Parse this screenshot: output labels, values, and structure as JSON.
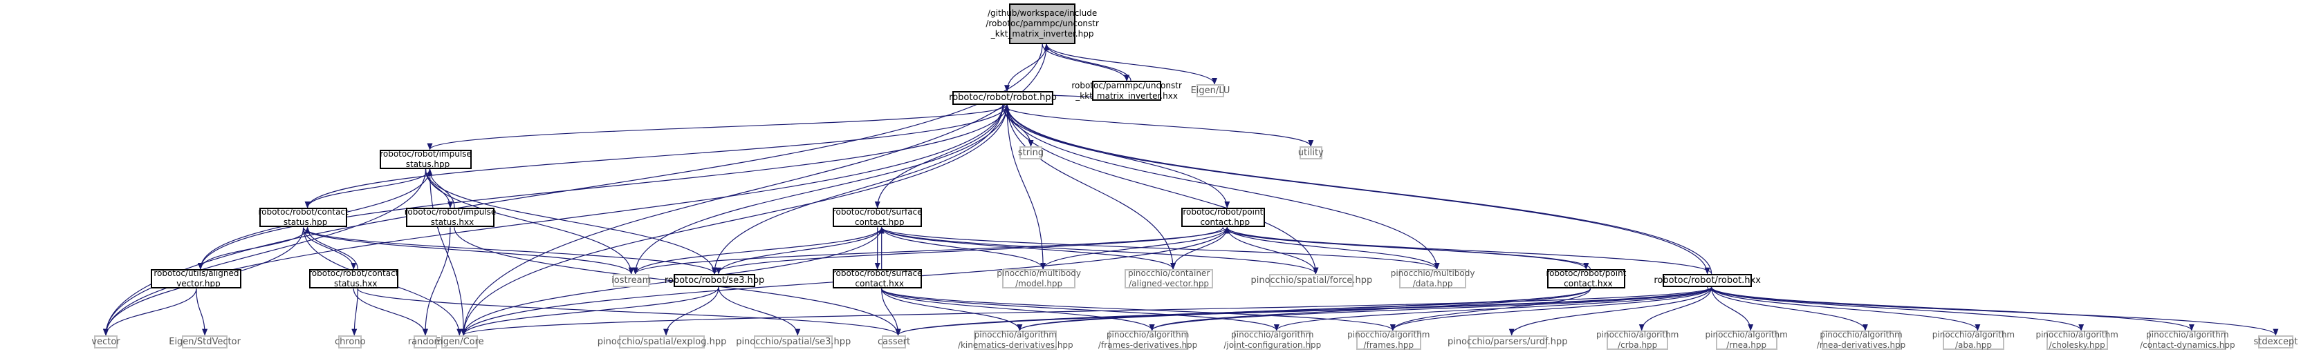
{
  "diagram": {
    "nodes": [
      {
        "id": "root",
        "label": "/github/workspace/include\n/robotoc/parnmpc/unconstr\n_kkt_matrix_inverter.hpp",
        "kind": "root"
      },
      {
        "id": "uinv_hxx",
        "label": "robotoc/parnmpc/unconstr\n_kkt_matrix_inverter.hxx",
        "kind": "main"
      },
      {
        "id": "eigen_lu",
        "label": "Eigen/LU",
        "kind": "std"
      },
      {
        "id": "robot_hpp",
        "label": "robotoc/robot/robot.hpp",
        "kind": "main"
      },
      {
        "id": "string",
        "label": "string",
        "kind": "std"
      },
      {
        "id": "utility",
        "label": "utility",
        "kind": "std"
      },
      {
        "id": "impulse_hpp",
        "label": "robotoc/robot/impulse\n_status.hpp",
        "kind": "main"
      },
      {
        "id": "contact_hpp",
        "label": "robotoc/robot/contact\n_status.hpp",
        "kind": "main"
      },
      {
        "id": "impulse_hxx",
        "label": "robotoc/robot/impulse\n_status.hxx",
        "kind": "main"
      },
      {
        "id": "surface_hpp",
        "label": "robotoc/robot/surface\n_contact.hpp",
        "kind": "main"
      },
      {
        "id": "point_hpp",
        "label": "robotoc/robot/point\n_contact.hpp",
        "kind": "main"
      },
      {
        "id": "aligned_vec",
        "label": "robotoc/utils/aligned\n_vector.hpp",
        "kind": "main"
      },
      {
        "id": "contact_hxx",
        "label": "robotoc/robot/contact\n_status.hxx",
        "kind": "main"
      },
      {
        "id": "iostream",
        "label": "iostream",
        "kind": "std"
      },
      {
        "id": "se3_hpp",
        "label": "robotoc/robot/se3.hpp",
        "kind": "main"
      },
      {
        "id": "surface_hxx",
        "label": "robotoc/robot/surface\n_contact.hxx",
        "kind": "main"
      },
      {
        "id": "pin_model",
        "label": "pinocchio/multibody\n/model.hpp",
        "kind": "std"
      },
      {
        "id": "pin_aligned",
        "label": "pinocchio/container\n/aligned-vector.hpp",
        "kind": "std"
      },
      {
        "id": "pin_force",
        "label": "pinocchio/spatial/force.hpp",
        "kind": "std"
      },
      {
        "id": "pin_data",
        "label": "pinocchio/multibody\n/data.hpp",
        "kind": "std"
      },
      {
        "id": "point_hxx",
        "label": "robotoc/robot/point\n_contact.hxx",
        "kind": "main"
      },
      {
        "id": "robot_hxx",
        "label": "robotoc/robot/robot.hxx",
        "kind": "main"
      },
      {
        "id": "vector",
        "label": "vector",
        "kind": "std"
      },
      {
        "id": "eigen_stdvec",
        "label": "Eigen/StdVector",
        "kind": "std"
      },
      {
        "id": "eigen_core",
        "label": "Eigen/Core",
        "kind": "std"
      },
      {
        "id": "chrono",
        "label": "chrono",
        "kind": "std"
      },
      {
        "id": "random",
        "label": "random",
        "kind": "std"
      },
      {
        "id": "pin_explog",
        "label": "pinocchio/spatial/explog.hpp",
        "kind": "std"
      },
      {
        "id": "pin_se3",
        "label": "pinocchio/spatial/se3.hpp",
        "kind": "std"
      },
      {
        "id": "cassert",
        "label": "cassert",
        "kind": "std"
      },
      {
        "id": "pin_kin_der",
        "label": "pinocchio/algorithm\n/kinematics-derivatives.hpp",
        "kind": "std"
      },
      {
        "id": "pin_frames_der",
        "label": "pinocchio/algorithm\n/frames-derivatives.hpp",
        "kind": "std"
      },
      {
        "id": "pin_joint_conf",
        "label": "pinocchio/algorithm\n/joint-configuration.hpp",
        "kind": "std"
      },
      {
        "id": "pin_frames",
        "label": "pinocchio/algorithm\n/frames.hpp",
        "kind": "std"
      },
      {
        "id": "pin_urdf",
        "label": "pinocchio/parsers/urdf.hpp",
        "kind": "std"
      },
      {
        "id": "pin_crba",
        "label": "pinocchio/algorithm\n/crba.hpp",
        "kind": "std"
      },
      {
        "id": "pin_rnea",
        "label": "pinocchio/algorithm\n/rnea.hpp",
        "kind": "std"
      },
      {
        "id": "pin_rnea_der",
        "label": "pinocchio/algorithm\n/rnea-derivatives.hpp",
        "kind": "std"
      },
      {
        "id": "pin_aba",
        "label": "pinocchio/algorithm\n/aba.hpp",
        "kind": "std"
      },
      {
        "id": "pin_cholesky",
        "label": "pinocchio/algorithm\n/cholesky.hpp",
        "kind": "std"
      },
      {
        "id": "pin_contact_dyn",
        "label": "pinocchio/algorithm\n/contact-dynamics.hpp",
        "kind": "std"
      },
      {
        "id": "stdexcept",
        "label": "stdexcept",
        "kind": "std"
      }
    ],
    "edges": [
      [
        "root",
        "uinv_hxx"
      ],
      [
        "uinv_hxx",
        "root"
      ],
      [
        "root",
        "robot_hpp"
      ],
      [
        "root",
        "eigen_lu"
      ],
      [
        "root",
        "vector"
      ],
      [
        "root",
        "eigen_core"
      ],
      [
        "uinv_hxx",
        "robot_hpp"
      ],
      [
        "robot_hpp",
        "string"
      ],
      [
        "robot_hpp",
        "utility"
      ],
      [
        "robot_hpp",
        "vector"
      ],
      [
        "robot_hpp",
        "iostream"
      ],
      [
        "robot_hpp",
        "eigen_core"
      ],
      [
        "robot_hpp",
        "impulse_hpp"
      ],
      [
        "robot_hpp",
        "contact_hpp"
      ],
      [
        "robot_hpp",
        "surface_hpp"
      ],
      [
        "robot_hpp",
        "point_hpp"
      ],
      [
        "robot_hpp",
        "aligned_vec"
      ],
      [
        "robot_hpp",
        "se3_hpp"
      ],
      [
        "robot_hpp",
        "pin_model"
      ],
      [
        "robot_hpp",
        "pin_aligned"
      ],
      [
        "robot_hpp",
        "pin_data"
      ],
      [
        "robot_hpp",
        "pin_force"
      ],
      [
        "robot_hpp",
        "robot_hxx"
      ],
      [
        "robot_hxx",
        "robot_hpp"
      ],
      [
        "impulse_hpp",
        "contact_hpp"
      ],
      [
        "impulse_hpp",
        "impulse_hxx"
      ],
      [
        "impulse_hxx",
        "impulse_hpp"
      ],
      [
        "impulse_hpp",
        "aligned_vec"
      ],
      [
        "impulse_hpp",
        "se3_hpp"
      ],
      [
        "impulse_hpp",
        "iostream"
      ],
      [
        "impulse_hpp",
        "vector"
      ],
      [
        "impulse_hpp",
        "eigen_core"
      ],
      [
        "contact_hpp",
        "aligned_vec"
      ],
      [
        "contact_hpp",
        "contact_hxx"
      ],
      [
        "contact_hxx",
        "contact_hpp"
      ],
      [
        "contact_hpp",
        "se3_hpp"
      ],
      [
        "contact_hpp",
        "iostream"
      ],
      [
        "contact_hpp",
        "vector"
      ],
      [
        "contact_hpp",
        "eigen_core"
      ],
      [
        "impulse_hxx",
        "random"
      ],
      [
        "impulse_hxx",
        "cassert"
      ],
      [
        "contact_hxx",
        "chrono"
      ],
      [
        "contact_hxx",
        "random"
      ],
      [
        "contact_hxx",
        "cassert"
      ],
      [
        "aligned_vec",
        "vector"
      ],
      [
        "aligned_vec",
        "eigen_stdvec"
      ],
      [
        "surface_hpp",
        "surface_hxx"
      ],
      [
        "surface_hxx",
        "surface_hpp"
      ],
      [
        "surface_hpp",
        "se3_hpp"
      ],
      [
        "surface_hpp",
        "iostream"
      ],
      [
        "surface_hpp",
        "pin_model"
      ],
      [
        "surface_hpp",
        "pin_aligned"
      ],
      [
        "surface_hpp",
        "pin_force"
      ],
      [
        "surface_hpp",
        "pin_data"
      ],
      [
        "surface_hpp",
        "eigen_core"
      ],
      [
        "surface_hxx",
        "cassert"
      ],
      [
        "surface_hxx",
        "pin_kin_der"
      ],
      [
        "surface_hxx",
        "pin_frames_der"
      ],
      [
        "surface_hxx",
        "pin_joint_conf"
      ],
      [
        "surface_hxx",
        "pin_frames"
      ],
      [
        "point_hpp",
        "point_hxx"
      ],
      [
        "point_hxx",
        "point_hpp"
      ],
      [
        "point_hpp",
        "se3_hpp"
      ],
      [
        "point_hpp",
        "iostream"
      ],
      [
        "point_hpp",
        "pin_model"
      ],
      [
        "point_hpp",
        "pin_aligned"
      ],
      [
        "point_hpp",
        "pin_force"
      ],
      [
        "point_hpp",
        "pin_data"
      ],
      [
        "point_hpp",
        "eigen_core"
      ],
      [
        "point_hxx",
        "cassert"
      ],
      [
        "point_hxx",
        "pin_kin_der"
      ],
      [
        "point_hxx",
        "pin_frames_der"
      ],
      [
        "point_hxx",
        "pin_frames"
      ],
      [
        "se3_hpp",
        "eigen_core"
      ],
      [
        "se3_hpp",
        "pin_explog"
      ],
      [
        "se3_hpp",
        "pin_se3"
      ],
      [
        "robot_hxx",
        "cassert"
      ],
      [
        "robot_hxx",
        "stdexcept"
      ],
      [
        "robot_hxx",
        "pin_kin_der"
      ],
      [
        "robot_hxx",
        "pin_frames_der"
      ],
      [
        "robot_hxx",
        "pin_joint_conf"
      ],
      [
        "robot_hxx",
        "pin_frames"
      ],
      [
        "robot_hxx",
        "pin_urdf"
      ],
      [
        "robot_hxx",
        "pin_crba"
      ],
      [
        "robot_hxx",
        "pin_rnea"
      ],
      [
        "robot_hxx",
        "pin_rnea_der"
      ],
      [
        "robot_hxx",
        "pin_aba"
      ],
      [
        "robot_hxx",
        "pin_cholesky"
      ],
      [
        "robot_hxx",
        "pin_contact_dyn"
      ],
      [
        "robot_hxx",
        "eigen_core"
      ],
      [
        "robot_hxx",
        "point_hpp"
      ]
    ]
  }
}
